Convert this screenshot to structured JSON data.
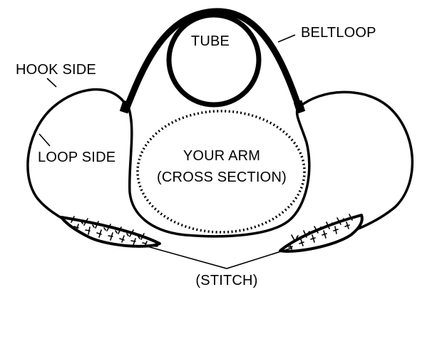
{
  "diagram": {
    "labels": {
      "tube": "TUBE",
      "beltloop": "BELTLOOP",
      "hook_side": "HOOK SIDE",
      "loop_side": "LOOP SIDE",
      "arm_line1": "YOUR ARM",
      "arm_line2": "(CROSS SECTION)",
      "stitch": "(STITCH)"
    },
    "colors": {
      "stroke": "#000000",
      "background": "#ffffff"
    }
  }
}
